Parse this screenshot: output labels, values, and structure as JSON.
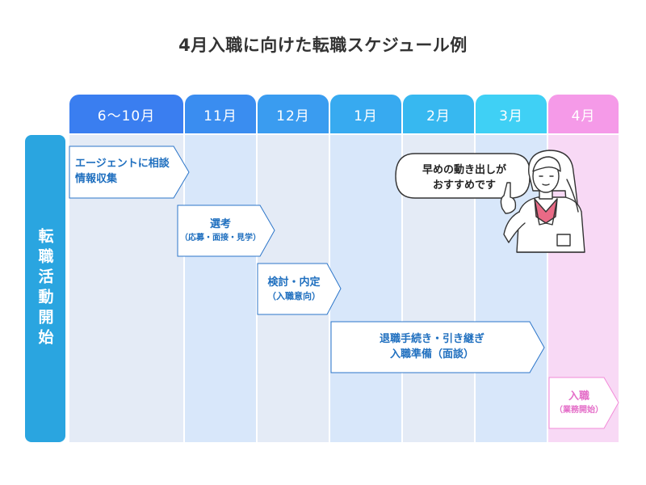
{
  "title": "4月入職に向けた転職スケジュール例",
  "side_label": "転職活動開始",
  "months": [
    "6～10月",
    "11月",
    "12月",
    "1月",
    "2月",
    "3月",
    "4月"
  ],
  "colors": {
    "header": [
      "#3a7ef0",
      "#3a8df0",
      "#3a9cf0",
      "#37aaf0",
      "#37b8f0",
      "#3fd0f5",
      "#f59ae8"
    ],
    "column_bg": [
      "#e4ebf6",
      "#d8e7fa",
      "#e4ebf6",
      "#d8e7fa",
      "#e4ebf6",
      "#d8e7fa",
      "#f8d9f5"
    ],
    "side": "#2aa5e0",
    "arrow_border": "#2b75c9",
    "arrow_text": "#1f6fbf",
    "final_border": "#f28bd8",
    "final_text": "#e46ec8"
  },
  "steps": [
    {
      "line1": "エージェントに相談",
      "line2": "情報収集"
    },
    {
      "line1": "選考",
      "line2": "（応募・面接・見学）"
    },
    {
      "line1": "検討・内定",
      "line2": "（入職意向）"
    },
    {
      "line1": "退職手続き・引き継ぎ",
      "line2": "入職準備（面談）"
    },
    {
      "line1": "入職",
      "line2": "（業務開始）"
    }
  ],
  "bubble": {
    "line1": "早めの動き出しが",
    "line2": "おすすめです"
  },
  "icons": {
    "character": "advisor-woman-icon",
    "bubble": "speech-bubble-icon"
  }
}
